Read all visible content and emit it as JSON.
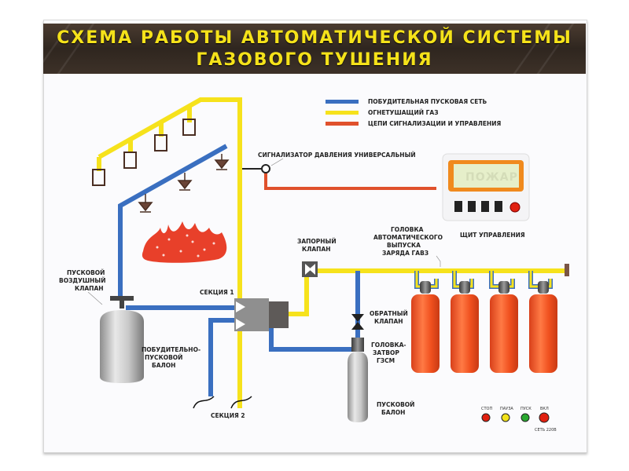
{
  "title": {
    "line1": "СХЕМА РАБОТЫ АВТОМАТИЧЕСКОЙ СИСТЕМЫ",
    "line2": "ГАЗОВОГО ТУШЕНИЯ"
  },
  "legend": {
    "items": [
      {
        "label": "ПОБУДИТЕЛЬНАЯ ПУСКОВАЯ СЕТЬ",
        "color": "#3a6fc0"
      },
      {
        "label": "ОГНЕТУШАЩИЙ ГАЗ",
        "color": "#f6e21c"
      },
      {
        "label": "ЦЕПИ СИГНАЛИЗАЦИИ И УПРАВЛЕНИЯ",
        "color": "#e0512c"
      }
    ]
  },
  "labels": {
    "pressure_signaler": "СИГНАЛИЗАТОР ДАВЛЕНИЯ УНИВЕРСАЛЬНЫЙ",
    "control_panel": "ЩИТ УПРАВЛЕНИЯ",
    "display_text": "ПОЖАР",
    "shutoff_valve": [
      "ЗАПОРНЫЙ",
      "КЛАПАН"
    ],
    "auto_release_head": [
      "ГОЛОВКА",
      "АВТОМАТИЧЕСКОГО",
      "ВЫПУСКА",
      "ЗАРЯДА ГАВЗ"
    ],
    "air_start_valve": [
      "ПУСКОВОЙ",
      "ВОЗДУШНЫЙ",
      "КЛАПАН"
    ],
    "section1": "СЕКЦИЯ 1",
    "section2": "СЕКЦИЯ 2",
    "pilot_cylinder": [
      "ПОБУДИТЕЛЬНО-",
      "ПУСКОВОЙ",
      "БАЛОН"
    ],
    "check_valve": [
      "ОБРАТНЫЙ",
      "КЛАПАН"
    ],
    "head_shutter": [
      "ГОЛОВКА-",
      "ЗАТВОР",
      "ГЗСМ"
    ],
    "start_cylinder": [
      "ПУСКОВОЙ",
      "БАЛОН"
    ]
  },
  "indicators": [
    {
      "label": "СТОП",
      "color": "#e02010"
    },
    {
      "label": "ПАУЗА",
      "color": "#f2e21a"
    },
    {
      "label": "ПУСК",
      "color": "#2aa830"
    },
    {
      "label": "ВКЛ",
      "color": "#e02010"
    }
  ],
  "power_label": "СЕТЬ 220В",
  "colors": {
    "blue_pipe": "#3a6fc0",
    "yellow_pipe": "#f6e21c",
    "red_line": "#e0512c",
    "gas_cylinder": "#f0501e",
    "flame": "#e8402a"
  }
}
